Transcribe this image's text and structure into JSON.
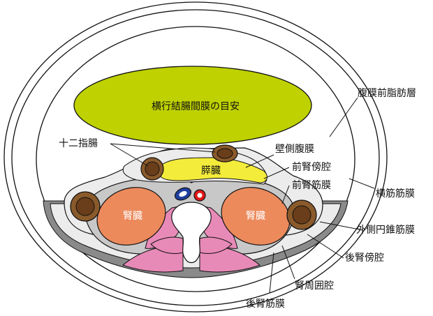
{
  "colors": {
    "outline": "#111111",
    "colon_mesentery": "#bfd100",
    "pancreas": "#f4ec3a",
    "kidney": "#ec8a5c",
    "duodenum": "#8a5a2b",
    "muscle": "#e88ab8",
    "retroperitoneum": "#c8c8c8",
    "peritoneal_fat": "#ececec",
    "fascia_band": "#8a8a8a",
    "aorta": "#e01818",
    "ivc": "#1f3f9e"
  },
  "labels": {
    "transverse_mesocolon": "横行結腸間膜の目安",
    "duodenum": "十二指腸",
    "pancreas": "膵臓",
    "kidney_left": "腎臓",
    "kidney_right": "腎臓",
    "preperitoneal_fat": "腹膜前脂肪層",
    "parietal_peritoneum": "壁側腹膜",
    "anterior_pararenal_space": "前腎傍腔",
    "anterior_renal_fascia": "前腎筋膜",
    "transversalis_fascia": "横筋筋膜",
    "lateroconal_fascia": "外側円錐筋膜",
    "posterior_pararenal_space": "後腎傍腔",
    "perirenal_space": "腎周囲腔",
    "posterior_renal_fascia": "後腎筋膜"
  }
}
